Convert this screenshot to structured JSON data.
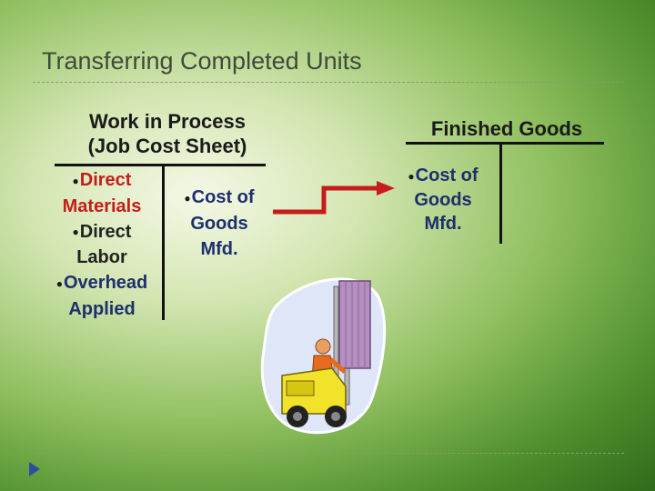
{
  "slide": {
    "title": "Transferring Completed Units"
  },
  "wip": {
    "heading_line1": "Work in Process",
    "heading_line2": "(Job Cost Sheet)",
    "debit_items": [
      {
        "bullet": "●",
        "text": "Direct",
        "color": "#c71c1c"
      },
      {
        "text": "Materials",
        "color": "#c71c1c"
      },
      {
        "bullet": "●",
        "text": "Direct",
        "color": "#222222"
      },
      {
        "text": "Labor",
        "color": "#222222"
      },
      {
        "bullet": "●",
        "text": "Overhead",
        "color": "#1d2f6e"
      },
      {
        "text": "Applied",
        "color": "#1d2f6e"
      }
    ],
    "credit_bullet": "●",
    "credit_line1": "Cost of",
    "credit_line2": "Goods",
    "credit_line3": "Mfd."
  },
  "fg": {
    "heading": "Finished Goods",
    "debit_bullet": "●",
    "debit_line1": "Cost of",
    "debit_line2": "Goods",
    "debit_line3": "Mfd."
  },
  "icons": {
    "transfer_arrow": "red-step-arrow-icon",
    "forklift": "forklift-clipart-icon",
    "next": "next-slide-icon"
  }
}
